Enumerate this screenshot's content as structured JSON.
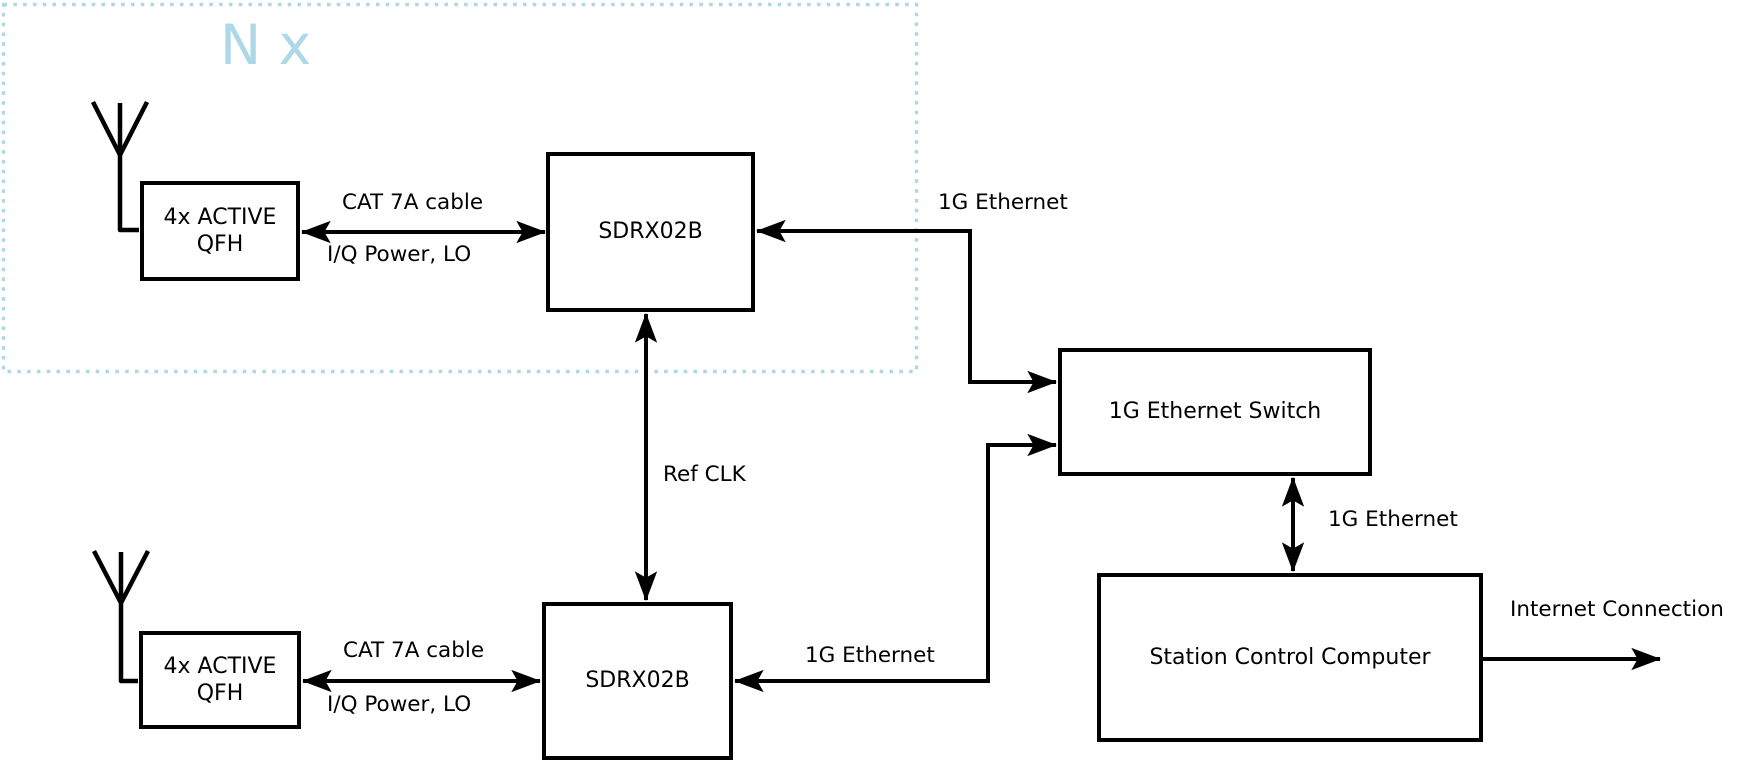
{
  "diagram": {
    "region_label": "N x",
    "colors": {
      "accent_light_blue": "#aed7e8",
      "line_black": "#000000",
      "background": "#ffffff"
    },
    "nodes": {
      "qfh_top": {
        "label_line1": "4x ACTIVE",
        "label_line2": "QFH"
      },
      "sdrx_top": {
        "label": "SDRX02B"
      },
      "qfh_bottom": {
        "label_line1": "4x ACTIVE",
        "label_line2": "QFH"
      },
      "sdrx_bottom": {
        "label": "SDRX02B"
      },
      "ethernet_switch": {
        "label": "1G Ethernet Switch"
      },
      "station_computer": {
        "label": "Station Control Computer"
      }
    },
    "edge_labels": {
      "cat7a_top": "CAT 7A cable",
      "iq_power_top": "I/Q Power, LO",
      "ethernet_top": "1G Ethernet",
      "ref_clk": "Ref CLK",
      "cat7a_bottom": "CAT 7A cable",
      "iq_power_bottom": "I/Q Power, LO",
      "ethernet_bottom": "1G Ethernet",
      "ethernet_switch_link": "1G Ethernet",
      "internet": "Internet Connection"
    }
  }
}
